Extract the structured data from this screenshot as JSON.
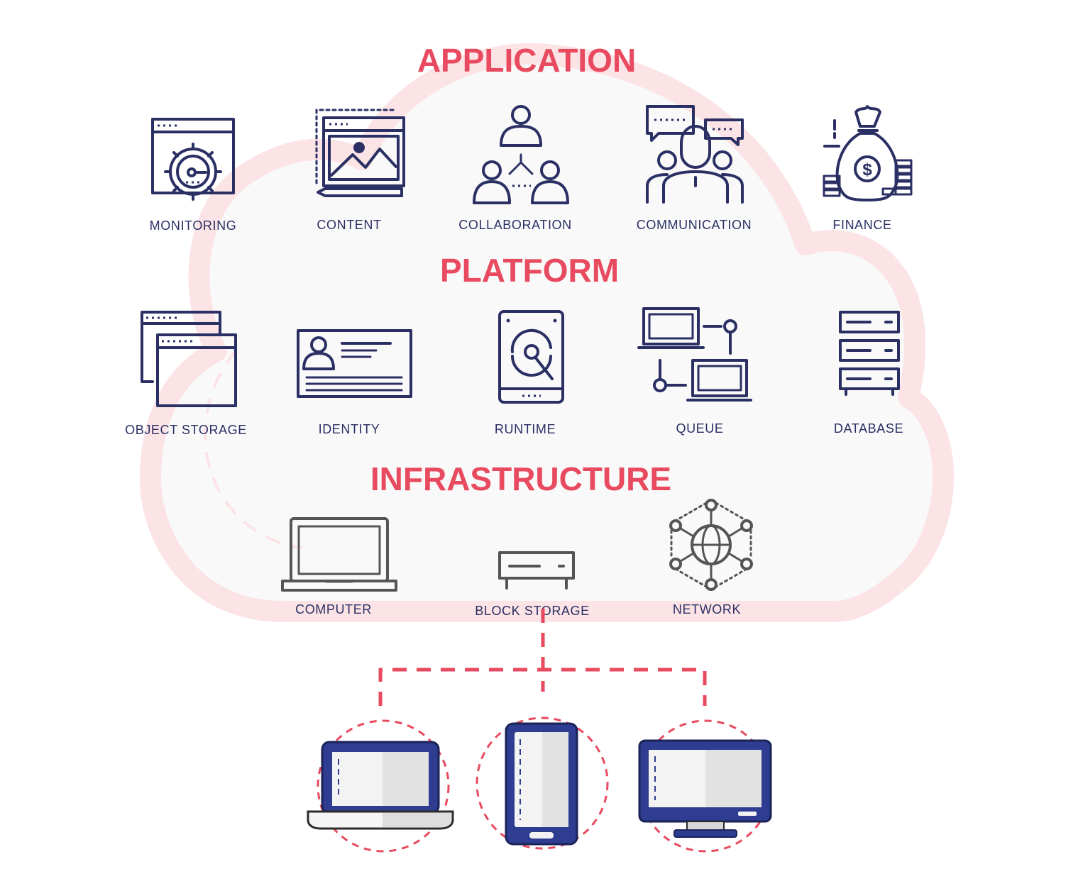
{
  "sections": {
    "application": "APPLICATION",
    "platform": "PLATFORM",
    "infrastructure": "INFRASTRUCTURE"
  },
  "application_items": [
    "MONITORING",
    "CONTENT",
    "COLLABORATION",
    "COMMUNICATION",
    "FINANCE"
  ],
  "platform_items": [
    "OBJECT STORAGE",
    "IDENTITY",
    "RUNTIME",
    "QUEUE",
    "DATABASE"
  ],
  "infrastructure_items": [
    "COMPUTER",
    "BLOCK STORAGE",
    "NETWORK"
  ],
  "icons": {
    "application": [
      "gear-window-icon",
      "image-editor-icon",
      "team-hierarchy-icon",
      "group-chat-icon",
      "money-bag-icon"
    ],
    "platform": [
      "stacked-windows-icon",
      "id-card-icon",
      "hard-drive-icon",
      "networked-laptops-icon",
      "server-rack-icon"
    ],
    "infrastructure": [
      "laptop-icon",
      "storage-drive-icon",
      "globe-network-icon"
    ],
    "clients": [
      "client-laptop-icon",
      "client-phone-icon",
      "client-monitor-icon"
    ]
  },
  "colors": {
    "accent": "#e84a5f",
    "icon_line": "#2b3064",
    "device_blue": "#2e3d91",
    "infra_gray": "#555555",
    "cloud_outline": "#fbe5e8"
  }
}
